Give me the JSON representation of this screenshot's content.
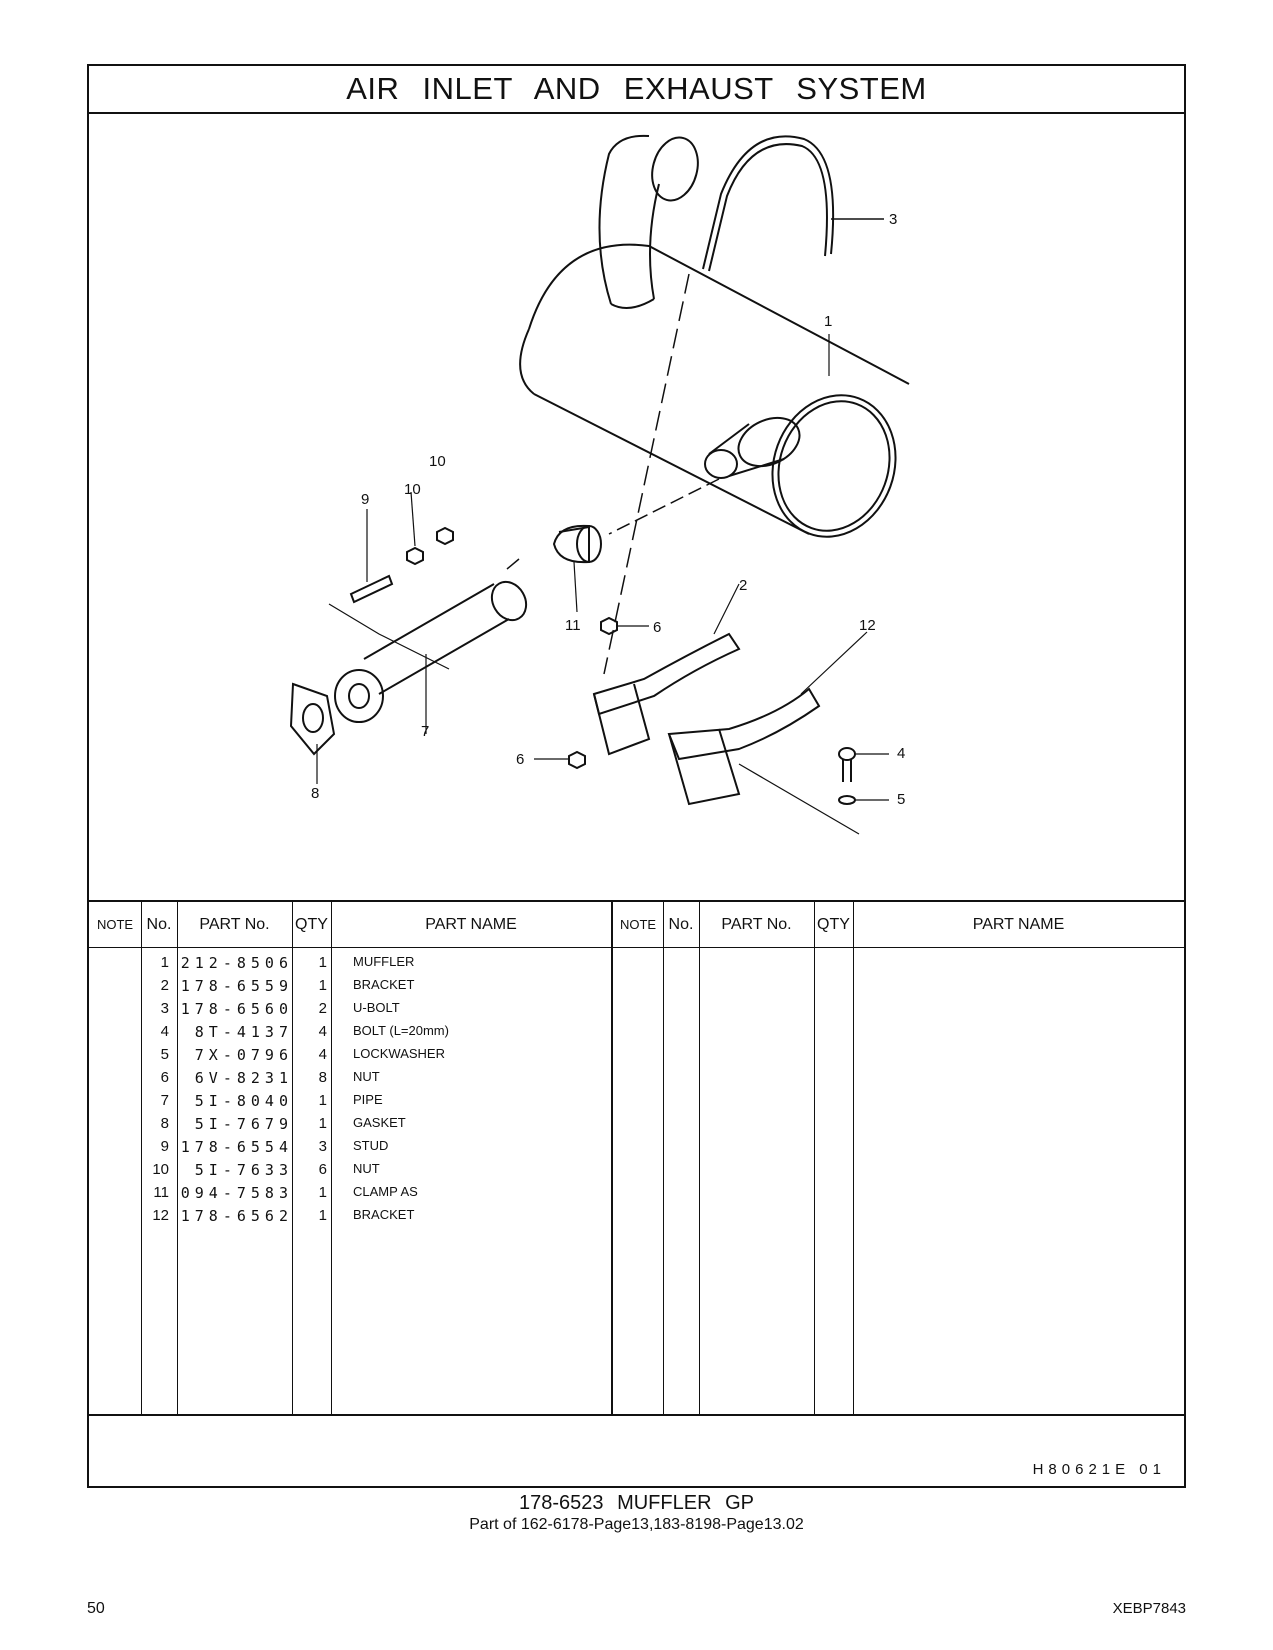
{
  "title": "AIR INLET AND EXHAUST SYSTEM",
  "callouts": {
    "c1": "1",
    "c2": "2",
    "c3": "3",
    "c4": "4",
    "c5": "5",
    "c6a": "6",
    "c6b": "6",
    "c7": "7",
    "c8": "8",
    "c9": "9",
    "c10a": "10",
    "c10b": "10",
    "c11": "11",
    "c12": "12"
  },
  "table": {
    "headers": {
      "note": "NOTE",
      "no": "No.",
      "part_no": "PART No.",
      "qty": "QTY",
      "part_name": "PART NAME",
      "note2": "NOTE",
      "no2": "No.",
      "part_no2": "PART No.",
      "qty2": "QTY",
      "part_name2": "PART NAME"
    },
    "rows": [
      {
        "no": "1",
        "part_no": "212-8506",
        "qty": "1",
        "name": "MUFFLER"
      },
      {
        "no": "2",
        "part_no": "178-6559",
        "qty": "1",
        "name": "BRACKET"
      },
      {
        "no": "3",
        "part_no": "178-6560",
        "qty": "2",
        "name": "U-BOLT"
      },
      {
        "no": "4",
        "part_no": "8T-4137",
        "qty": "4",
        "name": "BOLT (L=20mm)"
      },
      {
        "no": "5",
        "part_no": "7X-0796",
        "qty": "4",
        "name": "LOCKWASHER"
      },
      {
        "no": "6",
        "part_no": "6V-8231",
        "qty": "8",
        "name": "NUT"
      },
      {
        "no": "7",
        "part_no": "5I-8040",
        "qty": "1",
        "name": "PIPE"
      },
      {
        "no": "8",
        "part_no": "5I-7679",
        "qty": "1",
        "name": "GASKET"
      },
      {
        "no": "9",
        "part_no": "178-6554",
        "qty": "3",
        "name": "STUD"
      },
      {
        "no": "10",
        "part_no": "5I-7633",
        "qty": "6",
        "name": "NUT"
      },
      {
        "no": "11",
        "part_no": "094-7583",
        "qty": "1",
        "name": "CLAMP AS"
      },
      {
        "no": "12",
        "part_no": "178-6562",
        "qty": "1",
        "name": "BRACKET"
      }
    ]
  },
  "drawing_code": "H80621E 01",
  "group_title": "178-6523 MUFFLER GP",
  "group_subtitle": "Part of 162-6178-Page13,183-8198-Page13.02",
  "page_number": "50",
  "document_id": "XEBP7843"
}
